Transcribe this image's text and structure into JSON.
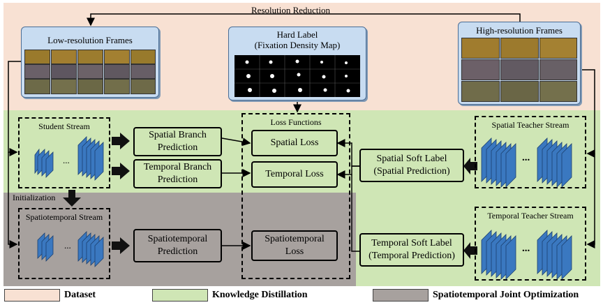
{
  "top_arrow": {
    "label": "Resolution Reduction"
  },
  "panels": {
    "low_res": {
      "title": "Low-resolution Frames"
    },
    "hard_label": {
      "title_line1": "Hard Label",
      "title_line2": "(Fixation Density Map)"
    },
    "high_res": {
      "title": "High-resolution Frames"
    }
  },
  "streams": {
    "student": "Student Stream",
    "spatiotemporal": "Spatiotemporal Stream",
    "spatial_teacher": "Spatial Teacher Stream",
    "temporal_teacher": "Temporal Teacher Stream",
    "ellipsis": "..."
  },
  "boxes": {
    "spatial_branch": {
      "line1": "Spatial Branch",
      "line2": "Prediction"
    },
    "temporal_branch": {
      "line1": "Temporal Branch",
      "line2": "Prediction"
    },
    "spatiotemporal_pred": {
      "line1": "Spatiotemporal",
      "line2": "Prediction"
    },
    "loss_functions": "Loss Functions",
    "spatial_loss": "Spatial Loss",
    "temporal_loss": "Temporal Loss",
    "spatiotemporal_loss": {
      "line1": "Spatiotemporal",
      "line2": "Loss"
    },
    "spatial_soft": {
      "line1": "Spatial Soft Label",
      "line2": "(Spatial Prediction)"
    },
    "temporal_soft": {
      "line1": "Temporal Soft Label",
      "line2": "(Temporal Prediction)"
    }
  },
  "initialization": "Initialization",
  "legend": [
    {
      "label": "Dataset",
      "color": "#f8e1d3"
    },
    {
      "label": "Knowledge Distillation",
      "color": "#cfe6b5"
    },
    {
      "label": "Spatiotemporal Joint Optimization",
      "color": "#a7a19e"
    }
  ]
}
